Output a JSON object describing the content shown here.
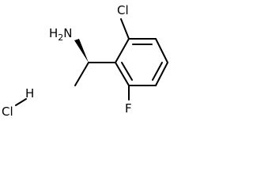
{
  "molecule": {
    "atoms": {
      "amine": "H2N",
      "chlorine_ring": "Cl",
      "fluorine": "F",
      "hcl_h": "H",
      "hcl_cl": "Cl"
    },
    "colors": {
      "bond": "#000000",
      "text": "#000000",
      "background": "#ffffff"
    }
  }
}
